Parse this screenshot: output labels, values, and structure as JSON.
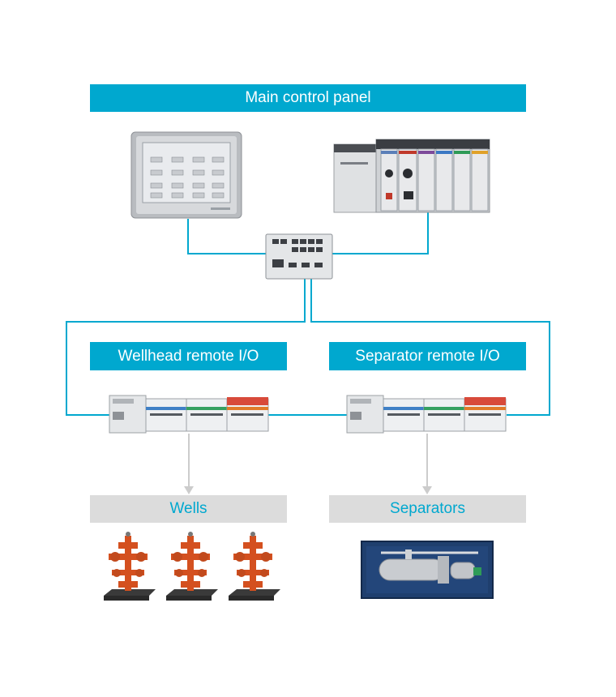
{
  "main_panel": {
    "title": "Main control panel"
  },
  "remote_io": {
    "wellhead": {
      "title": "Wellhead remote I/O"
    },
    "separator": {
      "title": "Separator remote I/O"
    }
  },
  "field": {
    "wells": {
      "title": "Wells"
    },
    "separators": {
      "title": "Separators"
    }
  },
  "colors": {
    "accent": "#00a8cf",
    "field_banner_bg": "#dcdcdc",
    "arrow": "#cccccc",
    "wellhead": "#d4501f"
  },
  "icons": {
    "hmi": "operator-touch-panel-icon",
    "plc": "plc-chassis-icon",
    "switch": "ethernet-switch-icon",
    "io": "remote-io-module-icon",
    "well": "wellhead-christmas-tree-icon",
    "separator": "separator-skid-icon"
  }
}
